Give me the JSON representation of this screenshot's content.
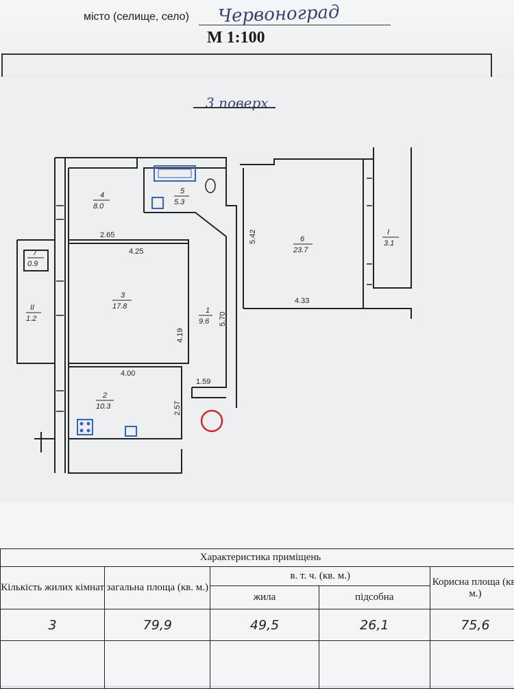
{
  "header": {
    "city_label": "місто (селище, село)",
    "city_value": "Червоноград",
    "scale": "М 1:100"
  },
  "plan": {
    "floor_title": "3 поверх",
    "rooms": [
      {
        "number": "1",
        "area": "9.6"
      },
      {
        "number": "2",
        "area": "10.3"
      },
      {
        "number": "3",
        "area": "17.8"
      },
      {
        "number": "4",
        "area": "8.0"
      },
      {
        "number": "5",
        "area": "5.3"
      },
      {
        "number": "6",
        "area": "23.7"
      },
      {
        "number": "7",
        "area": "0.9"
      },
      {
        "number": "I",
        "area": "3.1"
      },
      {
        "number": "II",
        "area": "1.2"
      }
    ],
    "dimensions": {
      "d1": "2.65",
      "d2": "4.25",
      "d3": "4.19",
      "d4": "4.00",
      "d5": "1.59",
      "d6": "2.57",
      "d7": "5.70",
      "d8": "5.42",
      "d9": "4.33"
    }
  },
  "table": {
    "title": "Характеристика приміщень",
    "col_rooms": "Кількість жилих кімнат",
    "col_total": "загальна площа (кв. м.)",
    "col_incl": "в. т. ч. (кв. м.)",
    "col_living": "жила",
    "col_aux": "підсобна",
    "col_useful": "Корисна площа (кв. м.)",
    "values": {
      "rooms": "3",
      "total": "79,9",
      "living": "49,5",
      "aux": "26,1",
      "useful": "75,6"
    }
  }
}
